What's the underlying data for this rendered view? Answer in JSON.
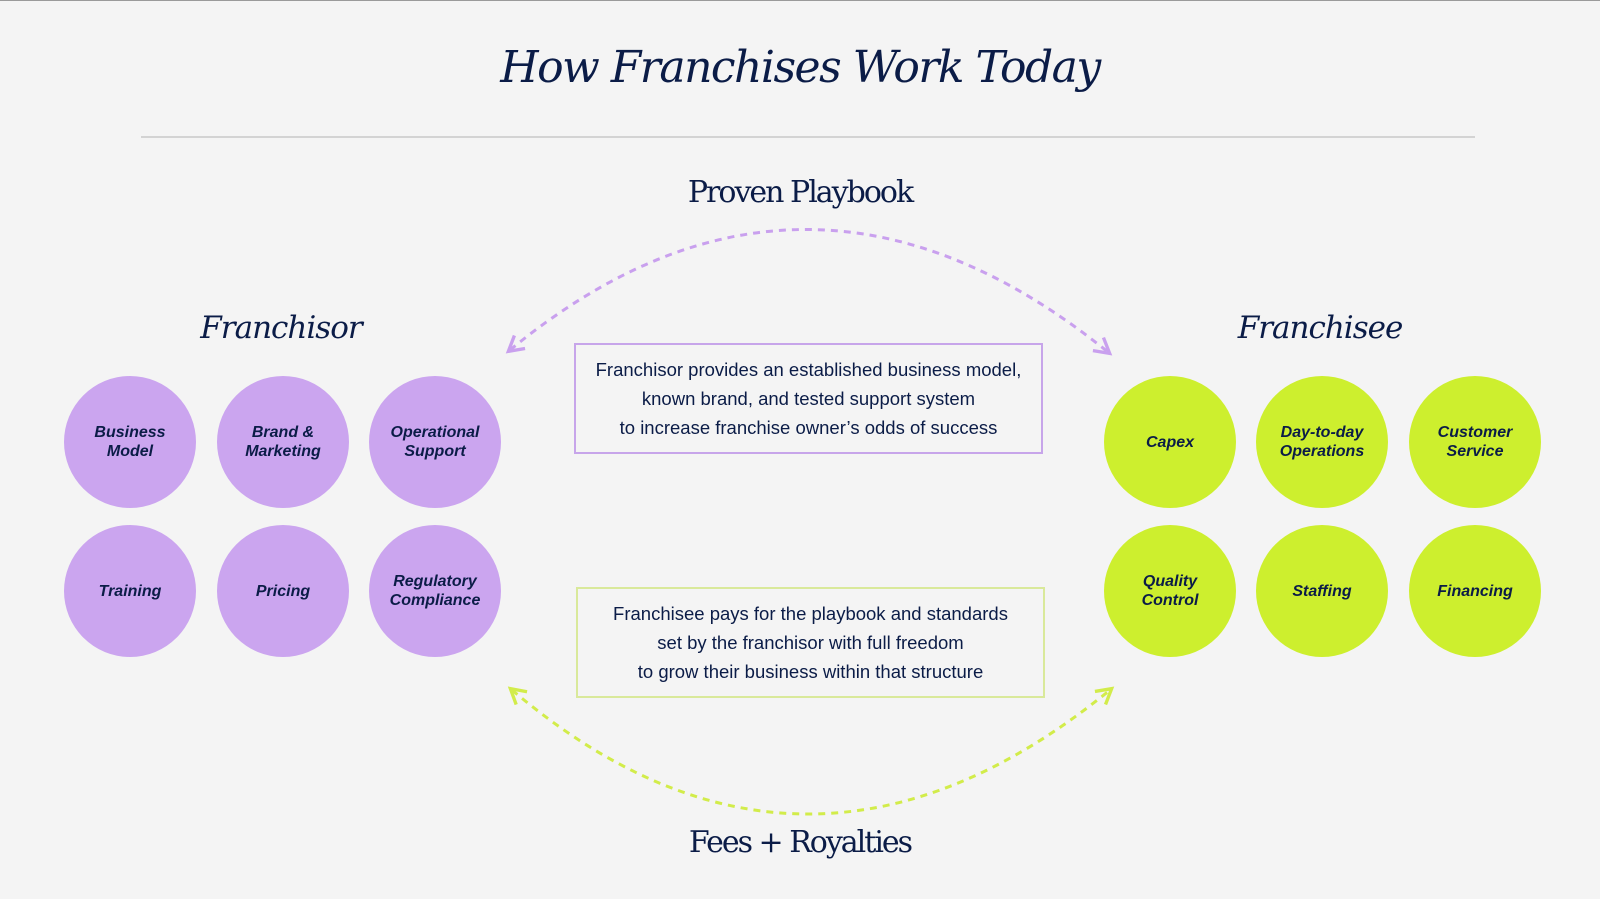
{
  "title": "How Franchises Work Today",
  "top_flow_label": "Proven Playbook",
  "bottom_flow_label": "Fees + Royalties",
  "franchisor": {
    "title": "Franchisor",
    "items": [
      "Business\nModel",
      "Brand &\nMarketing",
      "Operational\nSupport",
      "Training",
      "Pricing",
      "Regulatory\nCompliance"
    ]
  },
  "franchisee": {
    "title": "Franchisee",
    "items": [
      "Capex",
      "Day-to-day\nOperations",
      "Customer\nService",
      "Quality\nControl",
      "Staffing",
      "Financing"
    ]
  },
  "top_note": "Franchisor provides an established business model,\nknown brand, and tested support system\nto increase franchise owner’s odds of success",
  "bottom_note": "Franchisee pays for the playbook and standards\nset by the franchisor with full freedom\nto grow their business within that structure",
  "colors": {
    "navy": "#0b1c47",
    "purple": "#cba5ef",
    "green": "#cdef2e",
    "purple_arc": "#c9a0ee",
    "green_arc": "#d2ec4a"
  }
}
